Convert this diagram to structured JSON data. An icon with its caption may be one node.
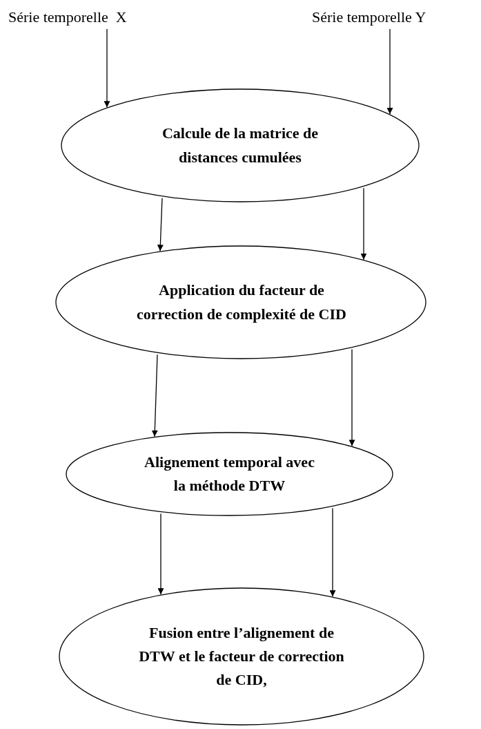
{
  "diagram": {
    "nodes": [
      {
        "text": [
          "Série temporelle  X"
        ]
      },
      {
        "text": [
          "Série temporelle Y"
        ]
      },
      {
        "text": [
          "Calcule de la matrice de distances cumulées"
        ]
      },
      {
        "text": [
          "Application du facteur de correction de complexité de CID"
        ]
      },
      {
        "text": [
          "Alignement temporal avec la méthode DTW"
        ]
      },
      {
        "text": [
          "Fusion entre l’alignement de DTW et le facteur de correction de CID,"
        ]
      }
    ],
    "edges": [
      {
        "from": 0,
        "to": 2,
        "arrow": "to"
      },
      {
        "from": 1,
        "to": 2,
        "arrow": "to"
      },
      {
        "from": 2,
        "to": 3,
        "arrow": "to"
      },
      {
        "from": 2,
        "to": 3,
        "arrow": "to"
      },
      {
        "from": 3,
        "to": 4,
        "arrow": "to"
      },
      {
        "from": 3,
        "to": 4,
        "arrow": "to"
      },
      {
        "from": 4,
        "to": 5,
        "arrow": "to"
      },
      {
        "from": 4,
        "to": 5,
        "arrow": "to"
      }
    ]
  }
}
